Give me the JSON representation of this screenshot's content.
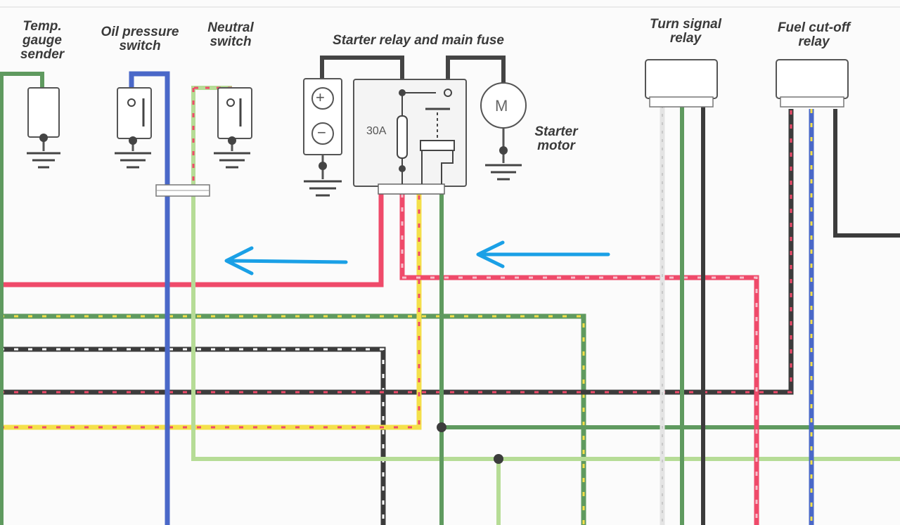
{
  "labels": {
    "temp_gauge_sender": "Temp.\ngauge\nsender",
    "oil_pressure_switch": "Oil pressure\nswitch",
    "neutral_switch": "Neutral\nswitch",
    "starter_relay_main_fuse": "Starter relay and main fuse",
    "starter_motor": "Starter\nmotor",
    "turn_signal_relay": "Turn signal\nrelay",
    "fuel_cutoff_relay": "Fuel cut-off\nrelay",
    "fuse_rating": "30A",
    "motor_symbol": "M",
    "battery_plus": "+",
    "battery_minus": "−"
  },
  "colors": {
    "red": "#ef4a6a",
    "pink_stripe": "#f6c0cc",
    "yellow": "#f4e04a",
    "green": "#5f9a5f",
    "light_green": "#b6dc96",
    "black": "#3c3c3c",
    "blue": "#4a68c8",
    "white_wire": "#e4e4e4",
    "arrow": "#1aa0e6"
  }
}
